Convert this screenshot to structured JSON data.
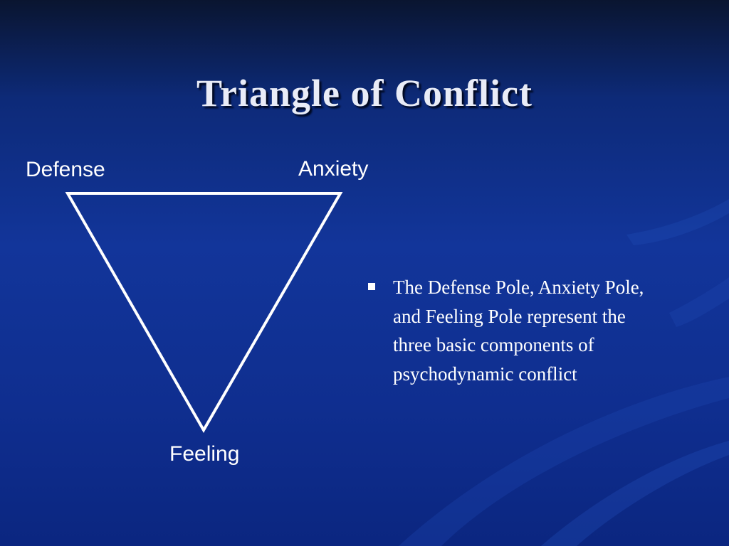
{
  "slide": {
    "title": "Triangle of Conflict",
    "background_colors": [
      "#0a1530",
      "#12359a",
      "#0b2680"
    ]
  },
  "diagram": {
    "shape": "inverted-triangle",
    "line_color": "#ffffff",
    "poles": {
      "defense": "Defense",
      "anxiety": "Anxiety",
      "feeling": "Feeling"
    }
  },
  "bullets": [
    {
      "marker": "square",
      "text": "The Defense Pole, Anxiety Pole, and Feeling Pole represent the three basic components of psychodynamic conflict"
    }
  ]
}
